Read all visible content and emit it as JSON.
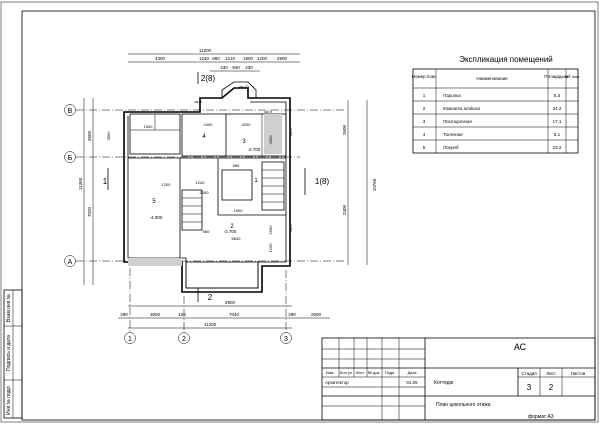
{
  "explication": {
    "title": "Экспликация   помещений",
    "headers": [
      "Номер пом.",
      "Наименование",
      "Площадь м²",
      "Кат. пом."
    ],
    "rows": [
      {
        "no": "1",
        "name": "Парилка",
        "area": "5.3"
      },
      {
        "no": "2",
        "name": "Комната отдыха",
        "area": "24.2"
      },
      {
        "no": "3",
        "name": "Постирочная",
        "area": "17.1"
      },
      {
        "no": "4",
        "name": "Топочная",
        "area": "8.1"
      },
      {
        "no": "5",
        "name": "Погреб",
        "area": "23.2"
      }
    ]
  },
  "plan": {
    "axes_letters": [
      "В",
      "Б",
      "А"
    ],
    "axes_numbers": [
      "1",
      "2",
      "3"
    ],
    "section_marks": {
      "top": "2(8)",
      "bottom": "2",
      "left": "1",
      "right": "1(8)"
    },
    "top_dims_row1": [
      "11200"
    ],
    "top_dims_row2": [
      "4300",
      "1240",
      "880",
      "1210",
      "1800",
      "1200",
      "2900"
    ],
    "top_dims_row3": [
      "430",
      "940",
      "430"
    ],
    "left_dims": [
      "3600",
      "7020",
      "11360"
    ],
    "right_dims": [
      "2600",
      "2400",
      "10760"
    ],
    "bottom_dims_row1": [
      "4900"
    ],
    "bottom_dims_row2": [
      "290",
      "3600",
      "120",
      "7040",
      "290",
      "2500"
    ],
    "bottom_dims_row3": [
      "11200"
    ],
    "room_levels": [
      "-2.700",
      "-4.900",
      "-2.700"
    ],
    "room_numbers": [
      "1",
      "2",
      "3",
      "4",
      "5"
    ],
    "dim_labels": [
      "2400",
      "4200",
      "580",
      "1240",
      "5840",
      "960",
      "1500",
      "2990",
      "1290",
      "1200",
      "2000",
      "1500",
      "2600",
      "3560"
    ],
    "opening_marks": [
      "ок-5",
      "ок-10",
      "ок-9",
      "ок-1",
      "ок-2"
    ]
  },
  "title_block": {
    "code": "АС",
    "col_headers": [
      "Изм.",
      "Кол.уч",
      "Лист",
      "№ док.",
      "Подп.",
      "Дата"
    ],
    "role": "Архитектор",
    "date": "01.05",
    "object": "Коттедж",
    "sheet_title": "План   цокольного   этажа",
    "stage_label": "Стадия",
    "sheet_label": "Лист",
    "sheets_label": "Листов",
    "stage": "3",
    "sheet": "2",
    "format": "формат   А3"
  },
  "side_stamp": [
    "Инв.№ подл.",
    "Подпись и дата",
    "Взам.инв.№"
  ]
}
